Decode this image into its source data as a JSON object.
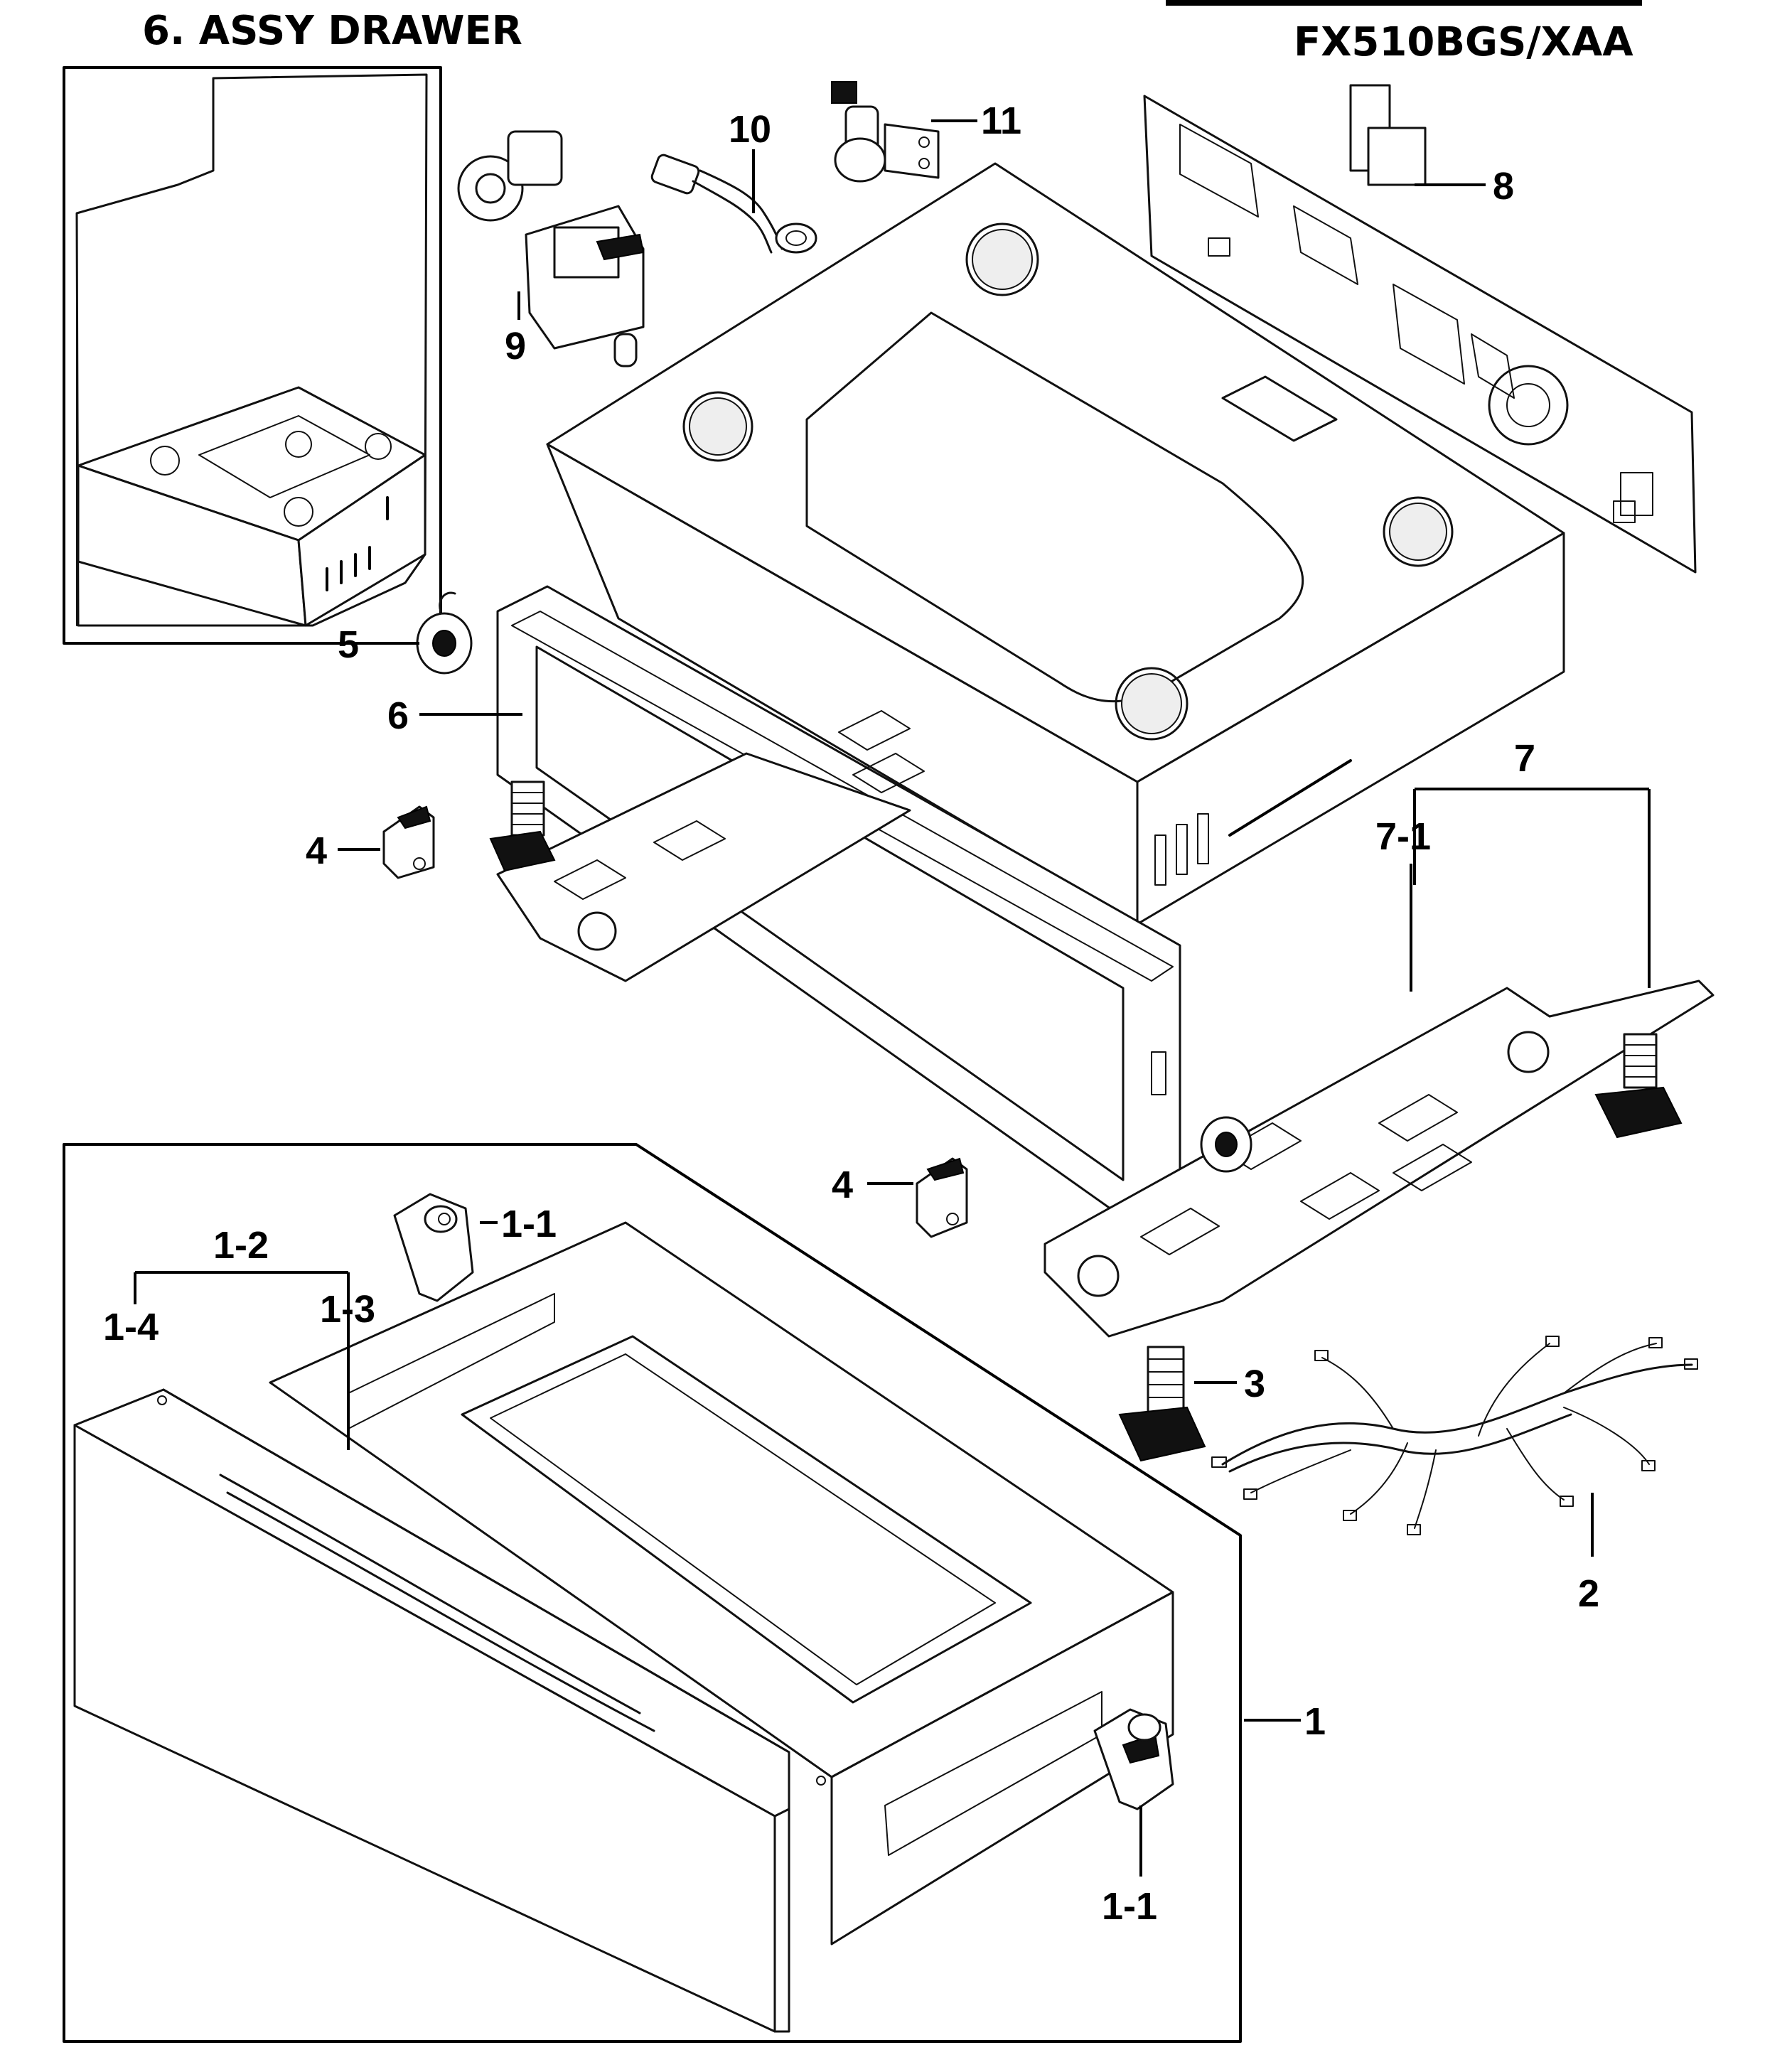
{
  "title": "6. ASSY DRAWER",
  "model": "FX510BGS/XAA",
  "callouts": {
    "c1": "1",
    "c1_1a": "1-1",
    "c1_1b": "1-1",
    "c1_2": "1-2",
    "c1_3": "1-3",
    "c1_4": "1-4",
    "c2": "2",
    "c3": "3",
    "c4a": "4",
    "c4b": "4",
    "c5": "5",
    "c6": "6",
    "c7": "7",
    "c7_1": "7-1",
    "c8": "8",
    "c9": "9",
    "c10": "10",
    "c11": "11"
  }
}
